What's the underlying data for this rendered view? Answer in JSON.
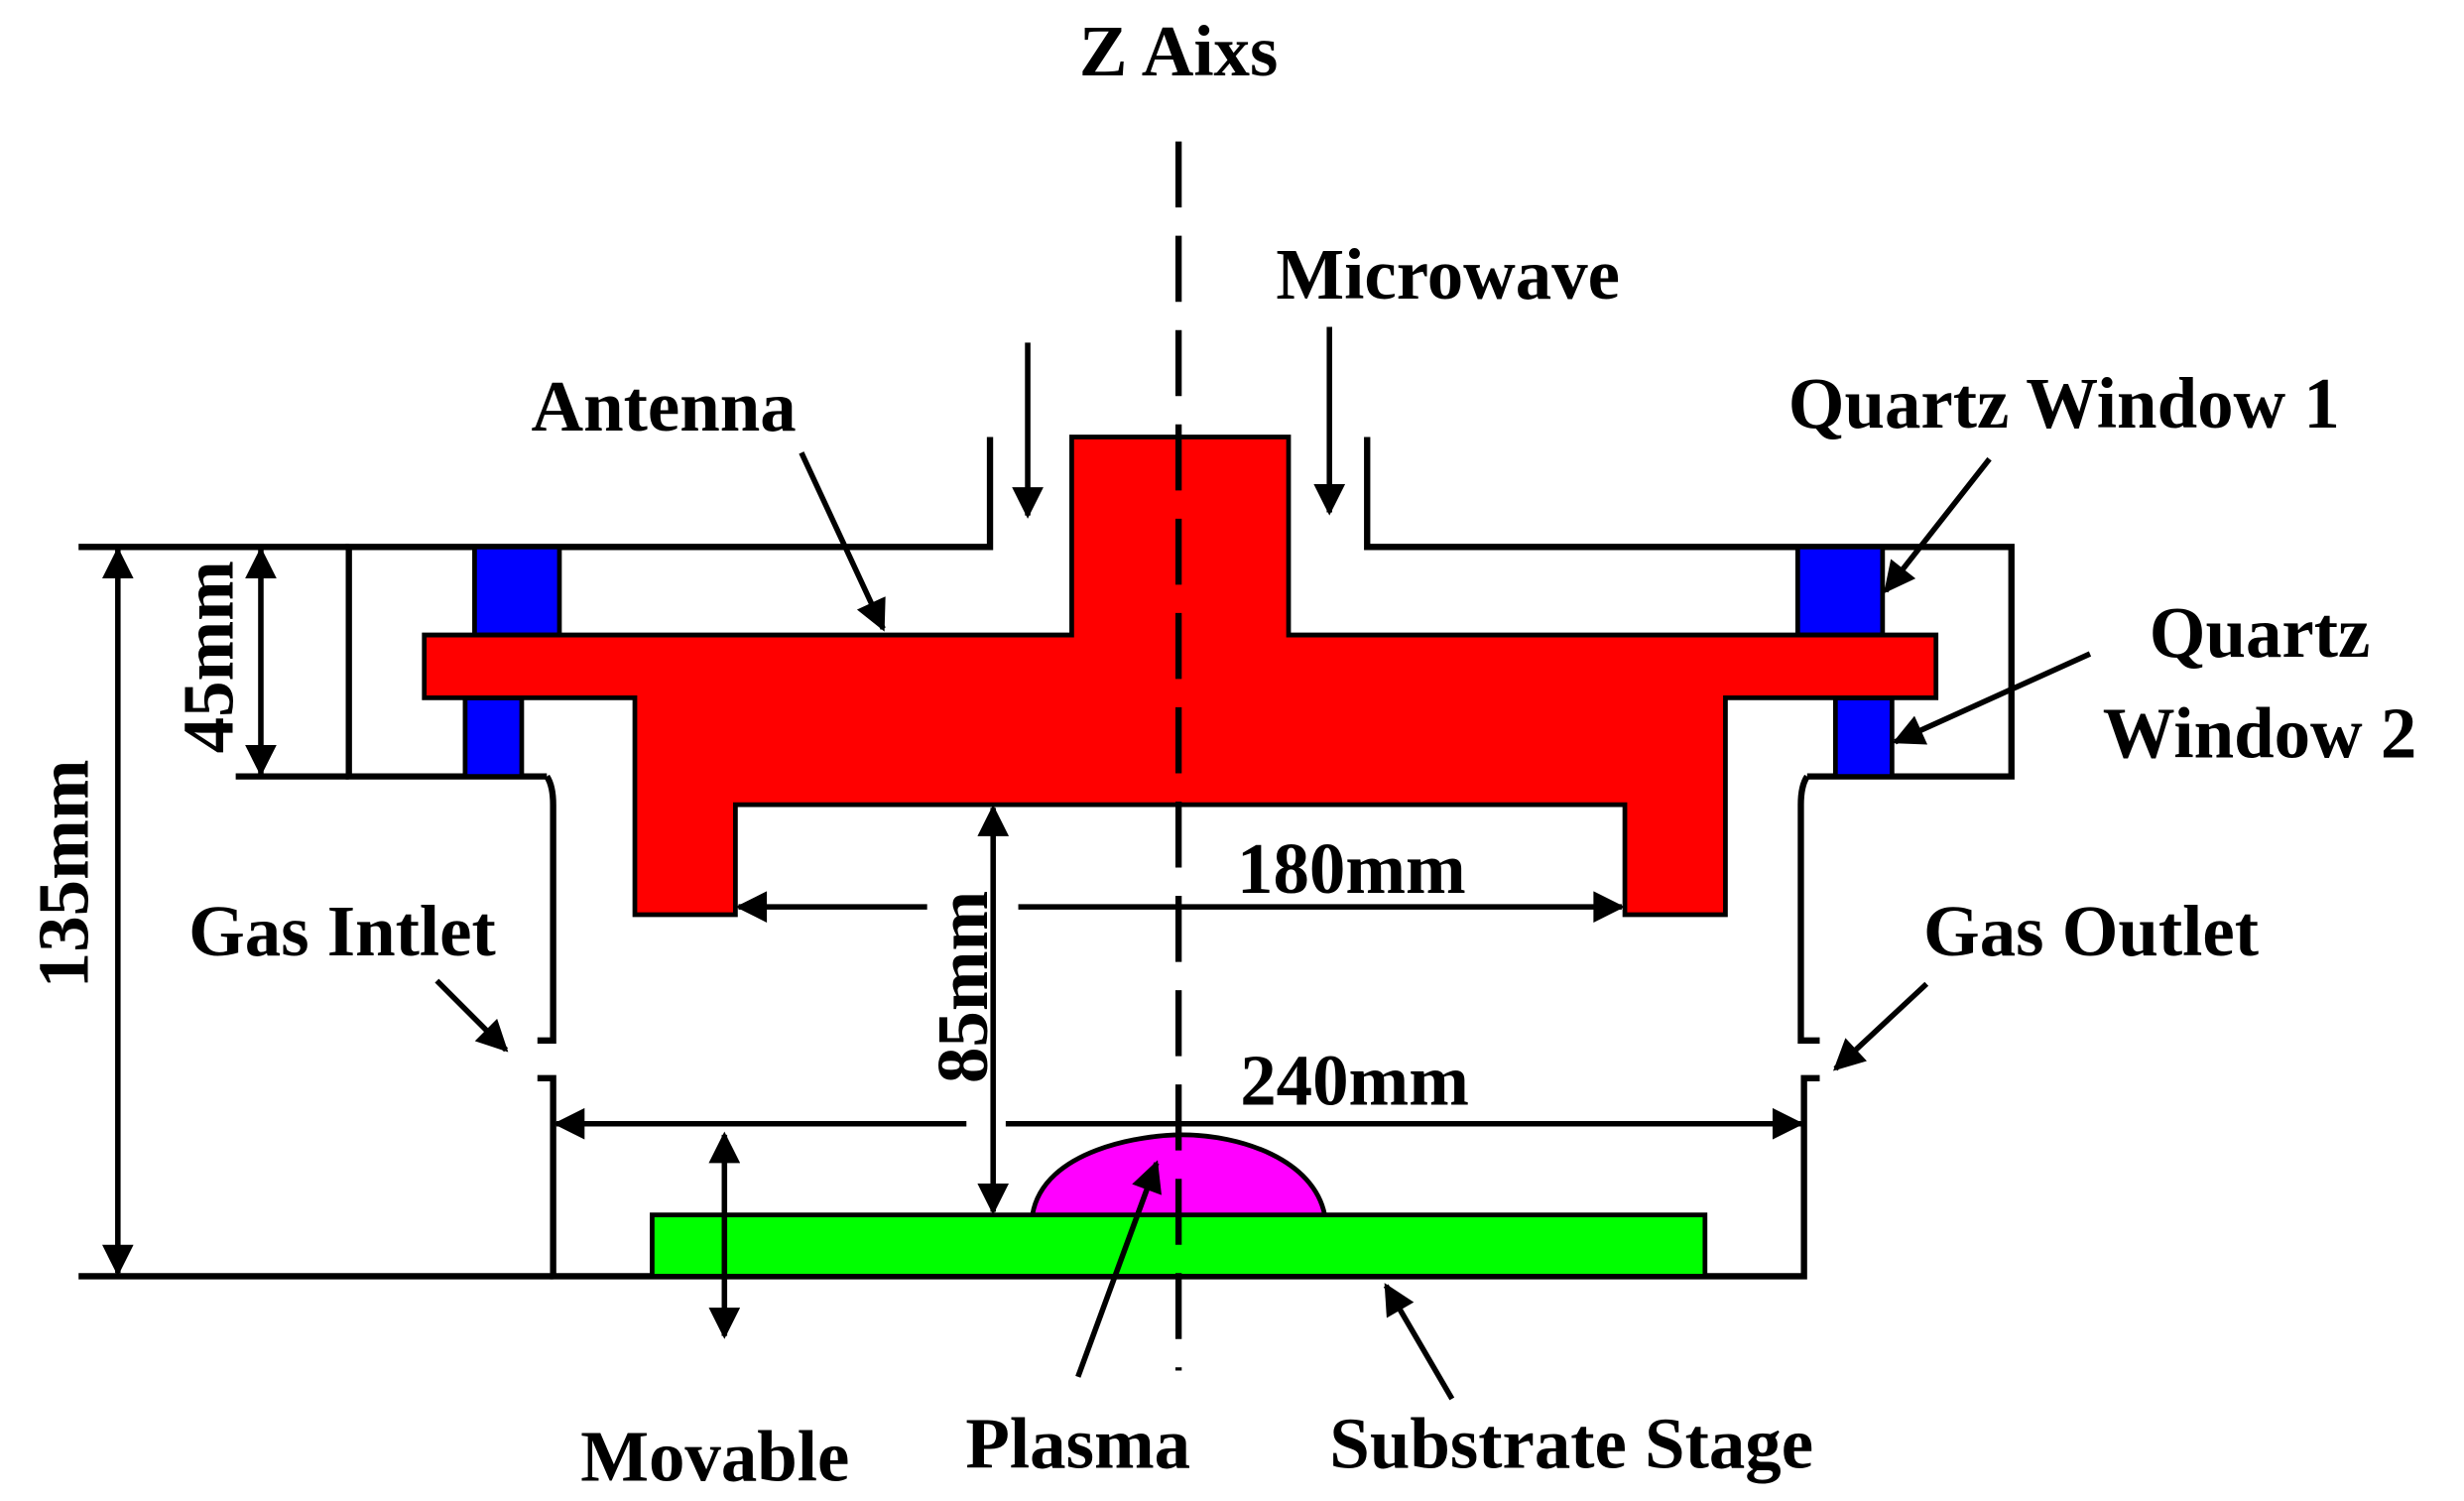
{
  "labels": {
    "z_axis": "Z Aixs",
    "microwave": "Microwave",
    "antenna": "Antenna",
    "quartz_window_1": "Quartz Window 1",
    "quartz_window_2_line1": "Quartz",
    "quartz_window_2_line2": "Window 2",
    "gas_intlet": "Gas Intlet",
    "gas_outlet": "Gas Outlet",
    "movable": "Movable",
    "plasma": "Plasma",
    "substrate_stage": "Substrate Stage"
  },
  "dimensions": {
    "height_total": "135mm",
    "height_top": "45mm",
    "gap_antenna_stage": "85mm",
    "antenna_width": "180mm",
    "chamber_width": "240mm"
  },
  "colors": {
    "antenna": "#ff0000",
    "quartz_window": "#0000ff",
    "plasma": "#ff00ff",
    "substrate_stage": "#00ff00",
    "outline": "#000000"
  }
}
